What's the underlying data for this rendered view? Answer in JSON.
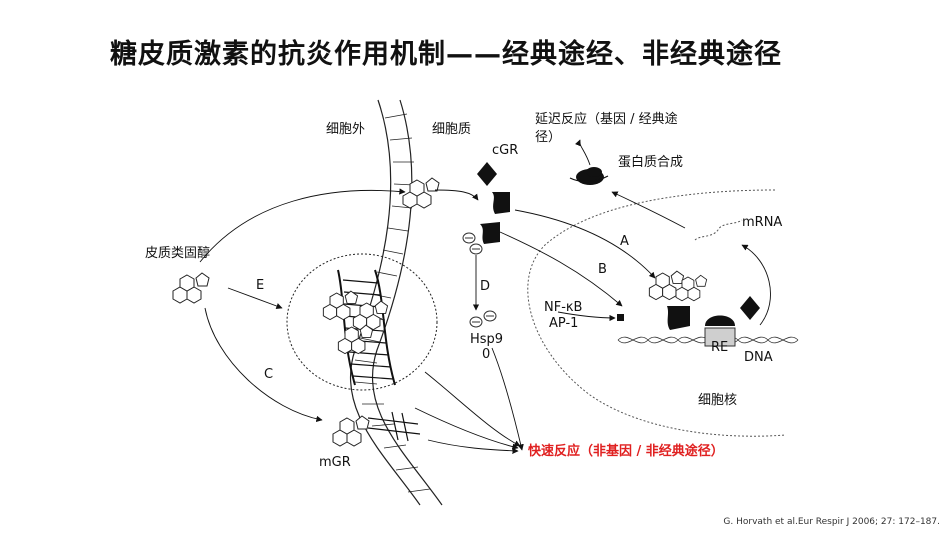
{
  "slide": {
    "title": "糖皮质激素的抗炎作用机制——经典途经、非经典途径",
    "citation": "G. Horvath et al.Eur Respir J 2006; 27: 172–187."
  },
  "diagram": {
    "labels": {
      "extracellular": "细胞外",
      "cytoplasm": "细胞质",
      "corticosteroid": "皮质类固醇",
      "cgr": "cGR",
      "mgr": "mGR",
      "delayed_response_line1": "延迟反应（基因 / 经典途",
      "delayed_response_line2": "径）",
      "protein_synthesis": "蛋白质合成",
      "mrna": "mRNA",
      "nfkb": "NF-κB",
      "ap1": "AP-1",
      "re": "RE",
      "dna": "DNA",
      "nucleus": "细胞核",
      "hsp90_line1": "Hsp9",
      "hsp90_line2": "0",
      "rapid_response": "快速反应（非基因 / 非经典途径）"
    },
    "pathways": {
      "a": "A",
      "b": "B",
      "c": "C",
      "d": "D",
      "e": "E"
    }
  }
}
